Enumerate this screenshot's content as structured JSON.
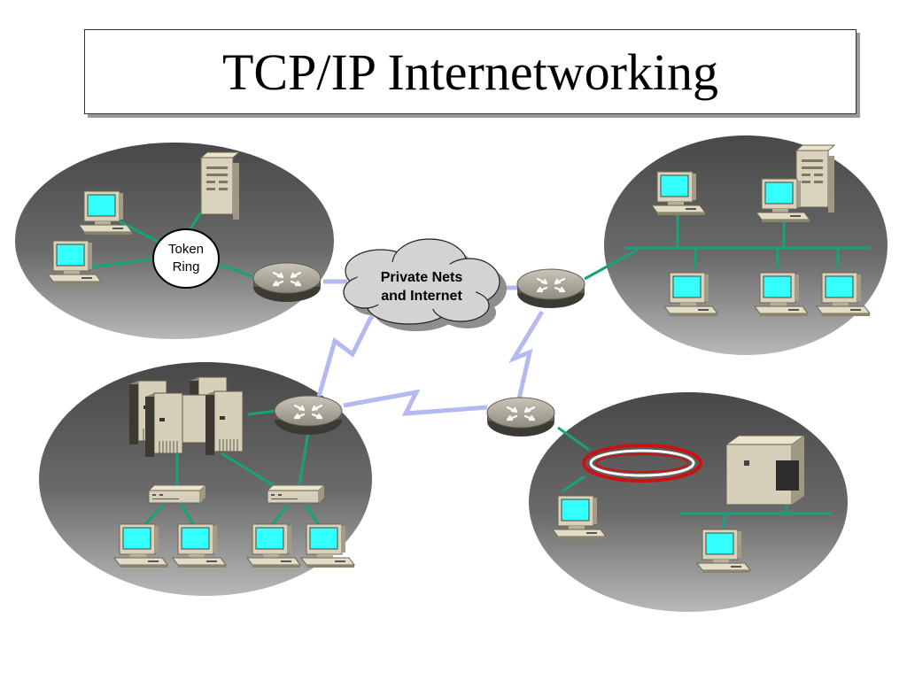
{
  "slide": {
    "title": "TCP/IP Internetworking"
  },
  "labels": {
    "token_ring_line1": "Token",
    "token_ring_line2": "Ring",
    "cloud_line1": "Private Nets",
    "cloud_line2": "and Internet"
  },
  "colors": {
    "background": "#ffffff",
    "lan_fill_dark": "#4a4a4a",
    "lan_fill_light": "#b5b5b5",
    "link_green": "#14a37a",
    "wan_link": "#b4b9f0",
    "screen_cyan": "#33ffff",
    "device_beige": "#d8d2bb",
    "router_gray": "#9c998c",
    "ring_red": "#cc1111",
    "cloud_gray": "#cfcfcf"
  },
  "icons": [
    "router-icon",
    "desktop-computer-icon",
    "server-tower-icon",
    "mainframe-icon",
    "hub-icon",
    "cloud-icon",
    "fddi-ring-icon"
  ]
}
